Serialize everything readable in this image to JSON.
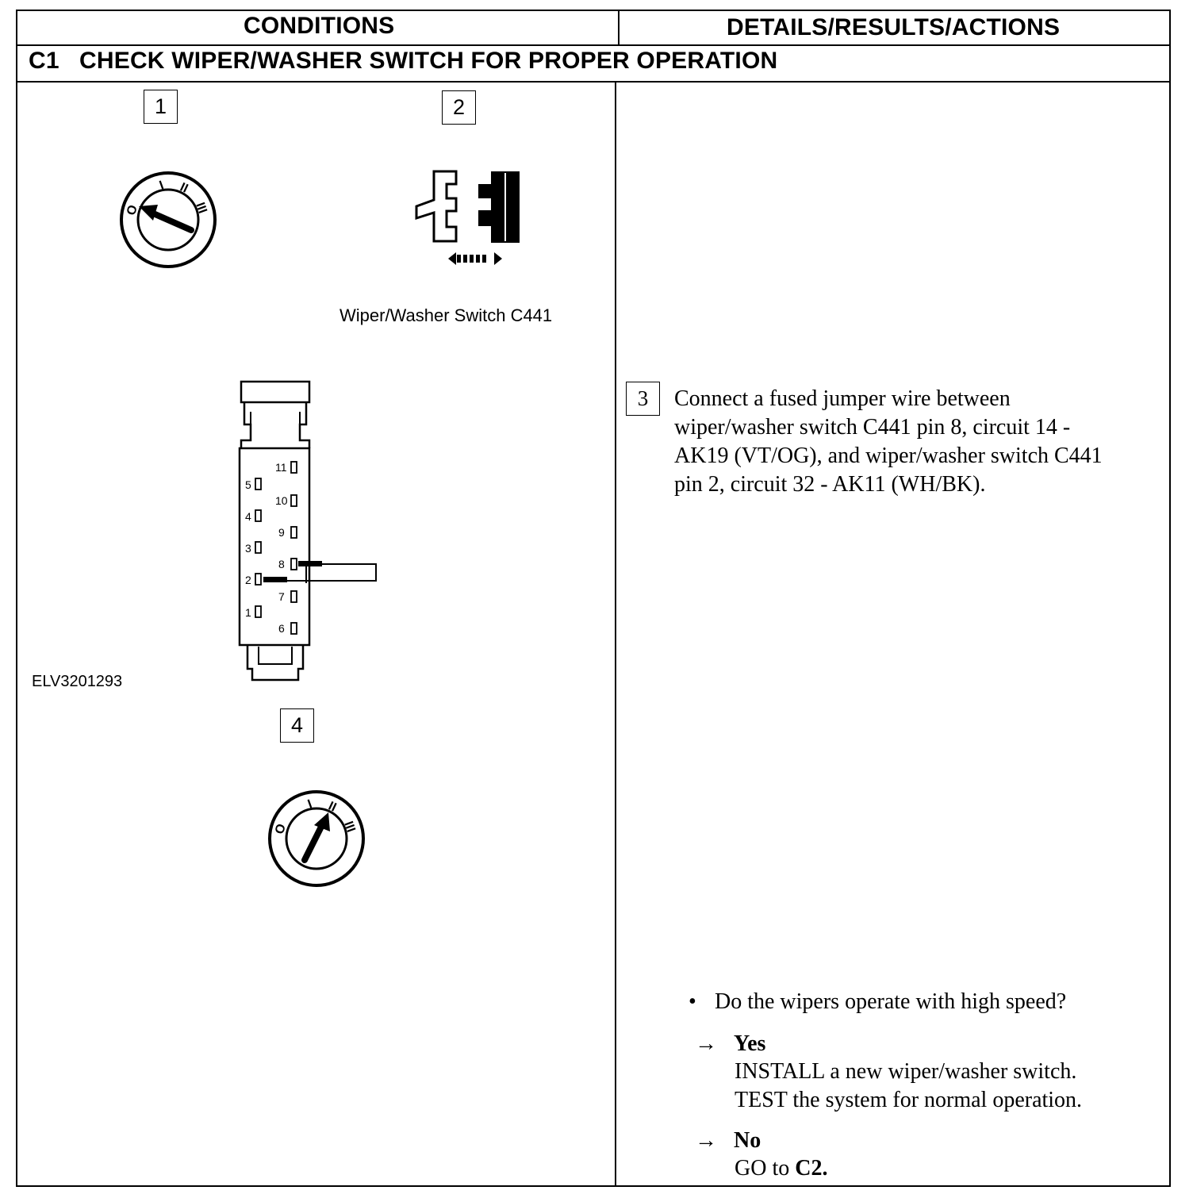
{
  "table": {
    "col_left_header": "CONDITIONS",
    "col_right_header": "DETAILS/RESULTS/ACTIONS",
    "step_id": "C1",
    "step_title": "CHECK WIPER/WASHER SWITCH FOR PROPER OPERATION"
  },
  "conditions": {
    "step1_label": "1",
    "step2_label": "2",
    "step4_label": "4",
    "switch_caption": "Wiper/Washer Switch C441",
    "figure_id": "ELV3201293",
    "ignition_positions": [
      "O",
      "I",
      "II",
      "III"
    ],
    "connector_pins_left": [
      "5",
      "4",
      "3",
      "2",
      "1"
    ],
    "connector_pins_right": [
      "11",
      "10",
      "9",
      "8",
      "7",
      "6"
    ]
  },
  "details": {
    "step3_label": "3",
    "instruction_lines": [
      "Connect a fused jumper wire between",
      "wiper/washer switch C441 pin 8, circuit 14 -",
      "AK19 (VT/OG), and wiper/washer switch C441",
      "pin 2, circuit 32 - AK11 (WH/BK)."
    ],
    "question": "Do the wipers operate with high speed?",
    "yes_label": "Yes",
    "yes_actions": [
      "INSTALL a new wiper/washer switch.",
      "TEST the system for normal operation."
    ],
    "no_label": "No",
    "no_action_prefix": "GO to ",
    "no_action_target": "C2."
  }
}
